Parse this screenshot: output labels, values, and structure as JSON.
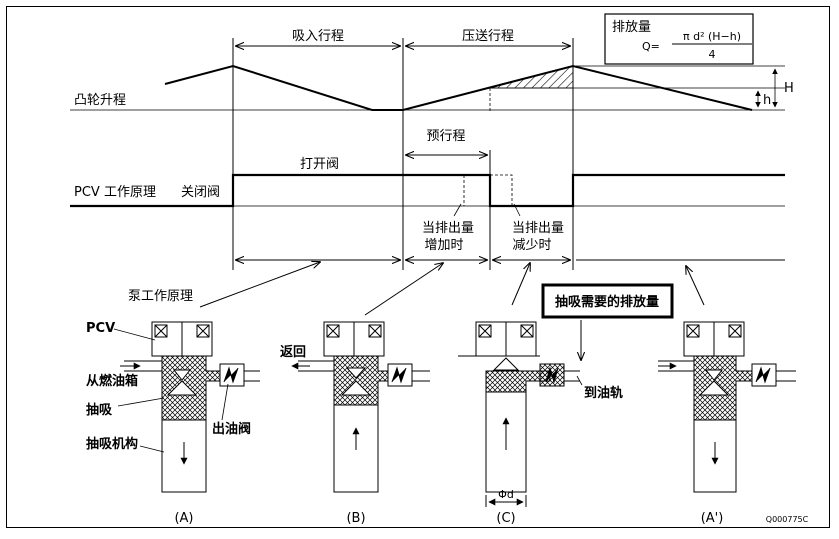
{
  "formula_box": {
    "label": "排放量",
    "lhs": "Q=",
    "numerator": "π d² (H−h)",
    "denominator": "4"
  },
  "strokes": {
    "intake": "吸入行程",
    "pressure": "压送行程",
    "pre_stroke": "预行程"
  },
  "cam": {
    "label": "凸轮升程",
    "H": "H",
    "h": "h"
  },
  "pcv": {
    "label": "PCV 工作原理",
    "closed": "关闭阀",
    "open": "打开阀",
    "increase_1": "当排出量",
    "increase_2": "增加时",
    "decrease_1": "当排出量",
    "decrease_2": "减少时"
  },
  "pump": {
    "title": "泵工作原理",
    "pcv": "PCV",
    "from_tank": "从燃油箱",
    "suction": "抽吸",
    "suction_mechanism": "抽吸机构",
    "outlet_valve": "出油阀",
    "return": "返回",
    "to_rail": "到油轨",
    "required_discharge": "抽吸需要的排放量",
    "diameter": "Φd"
  },
  "panels": [
    "(A)",
    "(B)",
    "(C)",
    "(A')"
  ],
  "figure_id": "Q000775C"
}
